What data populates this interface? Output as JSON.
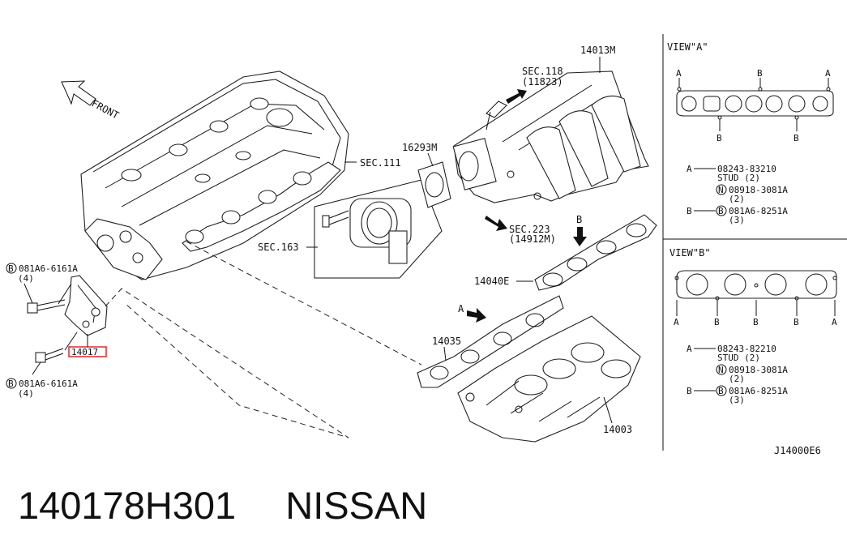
{
  "front_label": "FRONT",
  "sections": {
    "sec118": "SEC.118",
    "sec118_ref": "(11823)",
    "sec111": "SEC.111",
    "sec163": "SEC.163",
    "sec223": "SEC.223",
    "sec223_ref": "(14912M)"
  },
  "parts": {
    "p14013m": "14013M",
    "p16293m": "16293M",
    "p14040e": "14040E",
    "p14035": "14035",
    "p14003": "14003",
    "p14017": "14017",
    "bolt_upper": "081A6-6161A",
    "bolt_upper_qty": "(4)",
    "bolt_lower": "081A6-6161A",
    "bolt_lower_qty": "(4)",
    "b_circle": "B",
    "n_circle": "N"
  },
  "callouts": {
    "a_arrow": "A",
    "b_arrow": "B"
  },
  "view_a": {
    "title": "VIEW\"A\"",
    "marks": {
      "a": "A",
      "b": "B"
    },
    "legend": [
      {
        "key": "A",
        "line1": "08243-83210",
        "line2": "STUD (2)"
      },
      {
        "key": "",
        "circle": "N",
        "line1": "08918-3081A",
        "line2": "(2)"
      },
      {
        "key": "B",
        "circle": "B",
        "line1": "081A6-8251A",
        "line2": "(3)"
      }
    ]
  },
  "view_b": {
    "title": "VIEW\"B\"",
    "marks": {
      "a": "A",
      "b": "B"
    },
    "legend": [
      {
        "key": "A",
        "line1": "08243-82210",
        "line2": "STUD (2)"
      },
      {
        "key": "",
        "circle": "N",
        "line1": "08918-3081A",
        "line2": "(2)"
      },
      {
        "key": "B",
        "circle": "B",
        "line1": "081A6-8251A",
        "line2": "(3)"
      }
    ]
  },
  "diagram_code": "J14000E6",
  "footer": {
    "part_number": "140178H301",
    "brand": "NISSAN"
  },
  "highlight_color": "#e0262b"
}
